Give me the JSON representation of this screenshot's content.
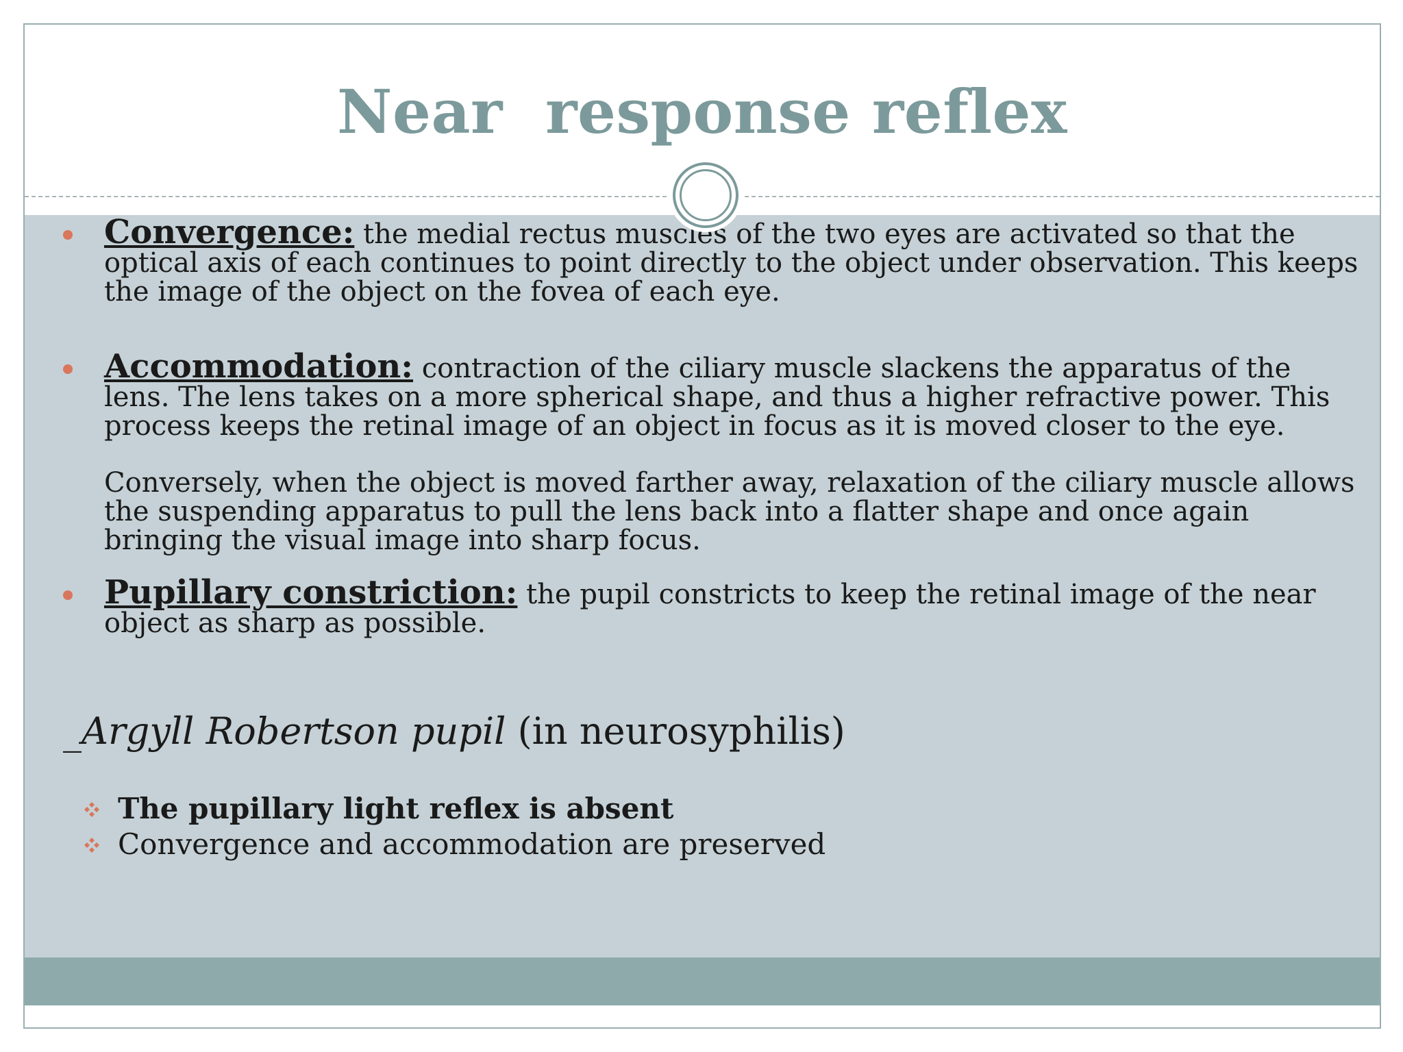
{
  "slide": {
    "title": "Near  response reflex",
    "accent_color": "#7c9a9b",
    "content_bg": "#c5d1d6",
    "bullet_color": "#d9765c",
    "bullets": [
      {
        "term": "Convergence:",
        "text": " the medial rectus muscles of the two eyes are activated so that the optical axis of each continues to point directly to the object under observation. This keeps the image of the object on the fovea of each eye."
      },
      {
        "term": "Accommodation:",
        "text": " contraction of the ciliary muscle slackens the apparatus of the lens. The lens takes on a more spherical shape, and thus a higher refractive power. This process keeps the retinal image of an object in focus as it is moved closer to the eye.",
        "continuation": "Conversely, when the object is moved farther away, relaxation of the ciliary muscle allows the suspending apparatus to pull the lens back into a flatter shape and once again bringing the visual image into sharp focus."
      },
      {
        "term": "Pupillary constriction:",
        "text": " the pupil constricts to keep the retinal image of the near object as sharp as possible."
      }
    ],
    "argyll": {
      "prefix": "_",
      "italic": "Argyll Robertson pupil",
      "rest": " (in neurosyphilis)"
    },
    "sub_bullets": [
      {
        "text": "The pupillary light reflex is absent",
        "bold": true,
        "icon": "diamond-bullet-icon"
      },
      {
        "text": "Convergence and accommodation are preserved",
        "bold": false,
        "icon": "diamond-bullet-icon"
      }
    ]
  }
}
